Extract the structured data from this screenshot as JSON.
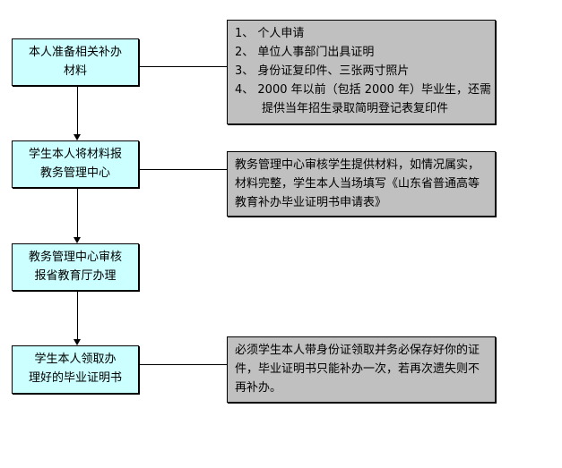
{
  "steps": [
    {
      "line1": "本人准备相关补办",
      "line2": "材料"
    },
    {
      "line1": "学生本人将材料报",
      "line2": "教务管理中心"
    },
    {
      "line1": "教务管理中心审核",
      "line2": "报省教育厅办理"
    },
    {
      "line1": "学生本人领取办",
      "line2": "理好的毕业证明书"
    }
  ],
  "notes": {
    "materials": [
      "1、 个人申请",
      "2、 单位人事部门出具证明",
      "3、 身份证复印件、三张两寸照片",
      "4、 2000 年以前（包括 2000 年）毕业生，还需",
      "提供当年招生录取简明登记表复印件"
    ],
    "review": "教务管理中心审核学生提供材料，如情况属实，材料完整，学生本人当场填写《山东省普通高等教育补办毕业证明书申请表》",
    "pickup": "必须学生本人带身份证领取并务必保存好你的证件，毕业证明书只能补办一次，若再次遗失则不再补办。"
  },
  "colors": {
    "step_fill": "#ccffff",
    "note_fill": "#c0c0c0"
  }
}
